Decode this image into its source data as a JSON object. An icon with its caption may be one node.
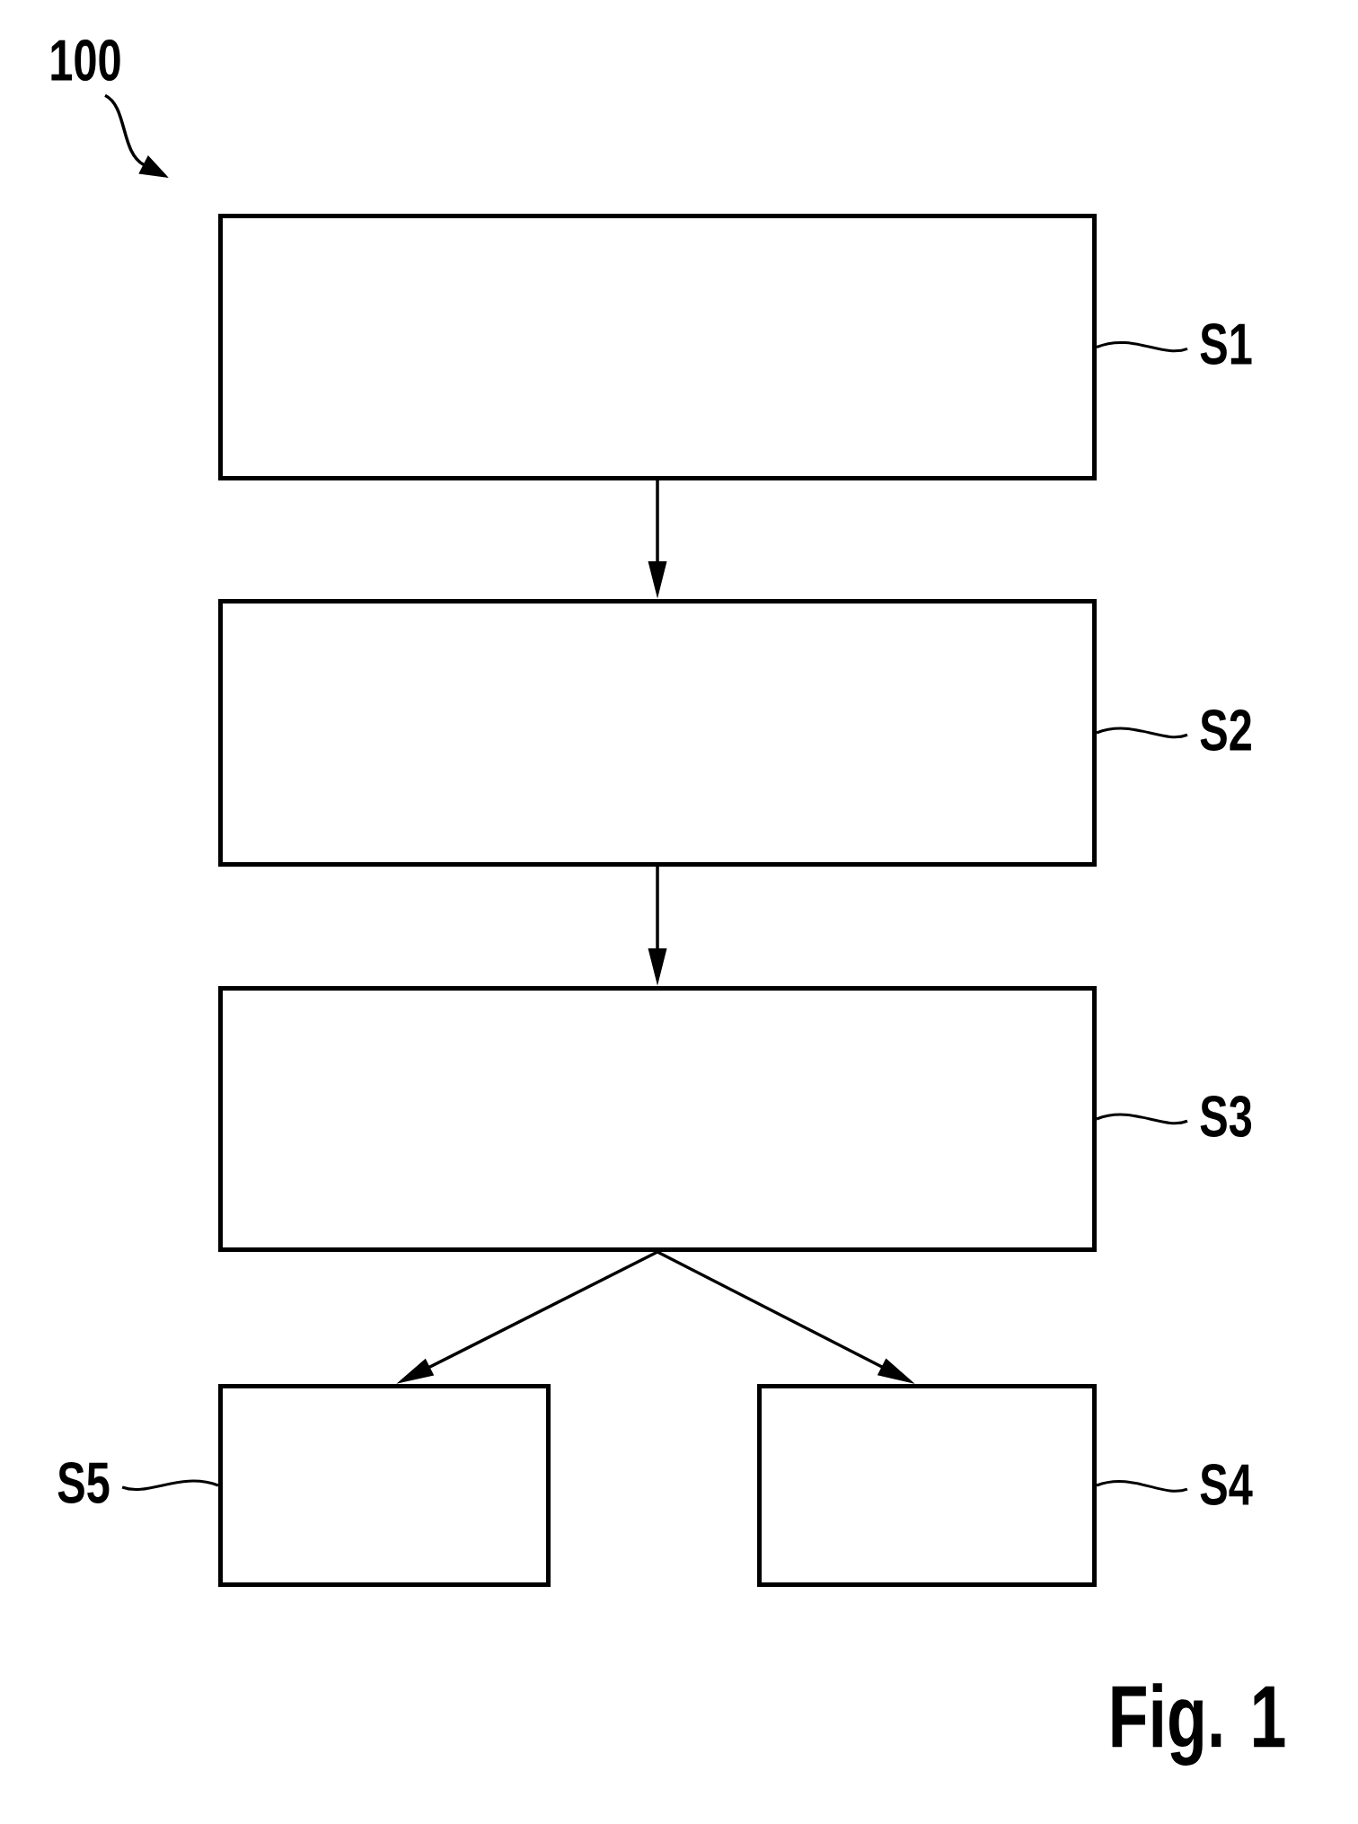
{
  "diagram": {
    "nodes": [
      {
        "text": [
          "100"
        ]
      },
      {
        "text": [],
        "shape": "box"
      },
      {
        "text": [
          "S1"
        ]
      },
      {
        "text": [],
        "shape": "box"
      },
      {
        "text": [
          "S2"
        ]
      },
      {
        "text": [],
        "shape": "box"
      },
      {
        "text": [
          "S3"
        ]
      },
      {
        "text": [
          "S5"
        ]
      },
      {
        "text": [],
        "shape": "box"
      },
      {
        "text": [],
        "shape": "box"
      },
      {
        "text": [
          "S4"
        ]
      }
    ],
    "edges": [
      {
        "from": 0,
        "to": null,
        "arrow": "to"
      },
      {
        "from": 2,
        "to": 1,
        "arrow": "none"
      },
      {
        "from": 1,
        "to": 3,
        "arrow": "to"
      },
      {
        "from": 4,
        "to": 3,
        "arrow": "none"
      },
      {
        "from": 3,
        "to": 5,
        "arrow": "to"
      },
      {
        "from": 6,
        "to": 5,
        "arrow": "none"
      },
      {
        "from": 5,
        "to": 8,
        "arrow": "to"
      },
      {
        "from": 5,
        "to": 9,
        "arrow": "to"
      },
      {
        "from": 7,
        "to": 8,
        "arrow": "none"
      },
      {
        "from": 10,
        "to": 9,
        "arrow": "none"
      }
    ],
    "labels": [
      "Fig. 1"
    ]
  }
}
